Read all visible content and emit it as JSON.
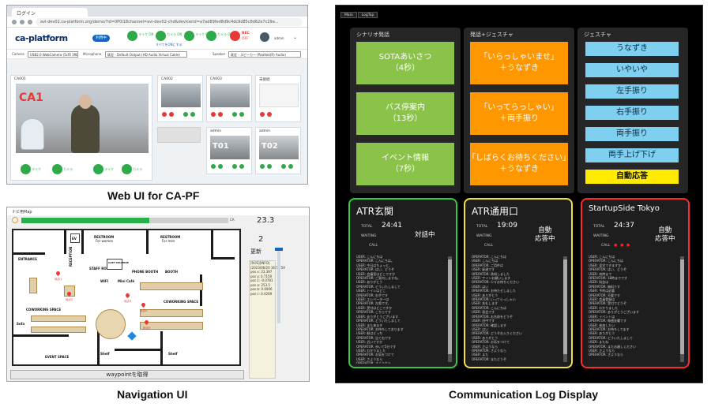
{
  "captions": {
    "webui": "Web UI for CA-PF",
    "nav": "Navigation UI",
    "comm": "Communication Log Display"
  },
  "webui": {
    "tab_title": "ログイン",
    "url": "avi-dev02.ca-platform.org/demo/?id=0P0l18channel=avi-dev02-chd&devicerid=a7ad89fed8d9c4dc9d85c8d62e7c29a...",
    "logo": "ca-platform",
    "pill": "利用中",
    "buttons": [
      {
        "label": "マイク ON"
      },
      {
        "label": "カメラ ON"
      },
      {
        "label": "マイク OFF"
      },
      {
        "label": "カメラ ON"
      }
    ],
    "link_all": "すべてをONにする",
    "rec": "REC",
    "rec_sub": "OFF",
    "user": "admin",
    "selects": [
      {
        "label": "Camera",
        "value": "USB2.0 WebCamera (5cf0 3f8a)"
      },
      {
        "label": "Microphone",
        "value": "既定 - Default Output (HD Audio Virtual Cable)"
      },
      {
        "label": "Speaker",
        "value": "既定 - スピーカー (Realtek(R) Audio)"
      }
    ],
    "cameras": [
      {
        "label": "CA001",
        "overlay": "CA1"
      },
      {
        "label": "CA002"
      },
      {
        "label": "CA003"
      },
      {
        "label": "未接続"
      },
      {
        "label": "admin",
        "overlay": "T01"
      },
      {
        "label": "admin",
        "overlay": "T02"
      }
    ],
    "bottom_buttons": [
      "マイク",
      "カメラ",
      "マイク",
      "カメラ"
    ]
  },
  "nav": {
    "window_title": "ナビ用Map",
    "progress": 0.62,
    "progress_end_label": "CA",
    "value": "23.3",
    "count": "2",
    "update": "更新",
    "waypoint_button": "waypointを取得",
    "info": [
      "[ROS][INFO]",
      "[2023/06/20 16:59:59",
      "pos x: 23.397",
      "pos y: 0.7159",
      "pos z: -0.0781",
      "pos a: 253.5",
      "pos b: 0.0006",
      "pos c: 0.4269"
    ],
    "rooms": [
      {
        "name": "EV"
      },
      {
        "name": "RESTROOM",
        "sub": "For women"
      },
      {
        "name": "RESTROOM",
        "sub": "For men"
      },
      {
        "name": "ENTRANCE"
      },
      {
        "name": "RECEPTION"
      },
      {
        "name": "STAFF ROOM"
      },
      {
        "name": "COPY MACHINE"
      },
      {
        "name": "PHONE BOOTH"
      },
      {
        "name": "BOOTH"
      },
      {
        "name": "WIFI"
      },
      {
        "name": "Mini Café"
      },
      {
        "name": "COWORKING SPACE"
      },
      {
        "name": "COWORKING SPACE"
      },
      {
        "name": "EVENT SPACE"
      },
      {
        "name": "Shelf"
      },
      {
        "name": "Shelf"
      },
      {
        "name": "Sofa"
      }
    ],
    "pins": [
      "地点1",
      "地点2",
      "地点3",
      "地点4",
      "地点5"
    ]
  },
  "comm": {
    "tabs": [
      "Main",
      "LogTop"
    ],
    "scenario": {
      "title": "シナリオ発話",
      "items": [
        "SOTAあいさつ\n（4秒）",
        "バス停案内\n（13秒）",
        "イベント情報\n（7秒）"
      ]
    },
    "speech_gesture": {
      "title": "発話+ジェスチャ",
      "items": [
        "「いらっしゃいませ」\n＋うなずき",
        "「いってらっしゃい」\n＋両手振り",
        "「しばらくお待ちください」\n＋うなずき"
      ]
    },
    "gesture": {
      "title": "ジェスチャ",
      "items": [
        "うなずき",
        "いやいや",
        "左手振り",
        "右手振り",
        "両手振り",
        "両手上げ下げ"
      ],
      "auto": "自動応答"
    },
    "logs": [
      {
        "title": "ATR玄関",
        "total_label": "TOTAL",
        "time": "24:41",
        "waiting_label": "WAITING",
        "call_label": "CALL",
        "status": "対話中",
        "border": "#2ecc40",
        "lines": [
          "USER: こんにちは",
          "OPERATOR: こんにちは。",
          "USER: 今日はちょっと、",
          "OPERATOR: はい、どうぞ",
          "USER: 会議室はどこですか",
          "OPERATOR: ご案内しますね。",
          "USER: ありがとう",
          "OPERATOR: どういたしまして",
          "USER: トイレはどこ",
          "OPERATOR: 右手です",
          "USER: エレベーターは",
          "OPERATOR: 左奥です。",
          "USER: 受付はどこですか",
          "OPERATOR: こちらです",
          "USER: ありがとうございます",
          "OPERATOR: どういたしまして",
          "USER: また来ます",
          "OPERATOR: お待ちしております",
          "USER: 駅はどっち",
          "OPERATOR: 出て右です",
          "USER: 近いですか",
          "OPERATOR: 歩いて5分です",
          "USER: わかりました",
          "OPERATOR: お気をつけて",
          "USER: さようなら",
          "OPERATOR: さようなら"
        ]
      },
      {
        "title": "ATR通用口",
        "total_label": "TOTAL",
        "time": "19:09",
        "waiting_label": "WAITING",
        "call_label": "CALL",
        "status": "自動\n応答中",
        "border": "#f0e040",
        "lines": [
          "OPERATOR: こんにちは",
          "USER: こんにちは",
          "OPERATOR: ご用件は",
          "USER: 配達です",
          "OPERATOR: 承知しました",
          "USER: サインお願いします",
          "OPERATOR: 少々お待ちください",
          "USER: はい",
          "OPERATOR: お待たせしました",
          "USER: ありがとう",
          "OPERATOR: いってらっしゃい",
          "USER: 失礼します",
          "OPERATOR: こんにちは",
          "USER: 面会です",
          "OPERATOR: お名前をどうぞ",
          "USER: 田中です",
          "OPERATOR: 確認します",
          "USER: はい",
          "OPERATOR: どうぞお入りください",
          "USER: ありがとう",
          "OPERATOR: お気をつけて",
          "USER: さようなら",
          "OPERATOR: さようなら",
          "USER: また",
          "OPERATOR: またどうぞ"
        ]
      },
      {
        "title": "StartupSide Tokyo",
        "total_label": "TOTAL",
        "time": "24:37",
        "waiting_label": "WAITING",
        "call_label": "CALL",
        "status": "自動\n応答中",
        "border": "#ff2a2a",
        "dots": "● ● ●",
        "lines": [
          "USER: こんにちは",
          "OPERATOR: こんにちは",
          "USER: 見学できますか",
          "OPERATOR: はい、どうぞ",
          "USER: 何時まで",
          "OPERATOR: 18時までです",
          "USER: 料金は",
          "OPERATOR: 無料です",
          "USER: 予約は必要",
          "OPERATOR: 不要です",
          "USER: 会員登録は",
          "OPERATOR: 受付でどうぞ",
          "USER: わかりました",
          "OPERATOR: ありがとうございます",
          "USER: イベントは",
          "OPERATOR: 毎週金曜です",
          "USER: 参加したい",
          "OPERATOR: お待ちしてます",
          "USER: ありがとう",
          "OPERATOR: どういたしまして",
          "USER: またね",
          "OPERATOR: またお越しください",
          "USER: さようなら",
          "OPERATOR: さようなら"
        ]
      }
    ]
  }
}
